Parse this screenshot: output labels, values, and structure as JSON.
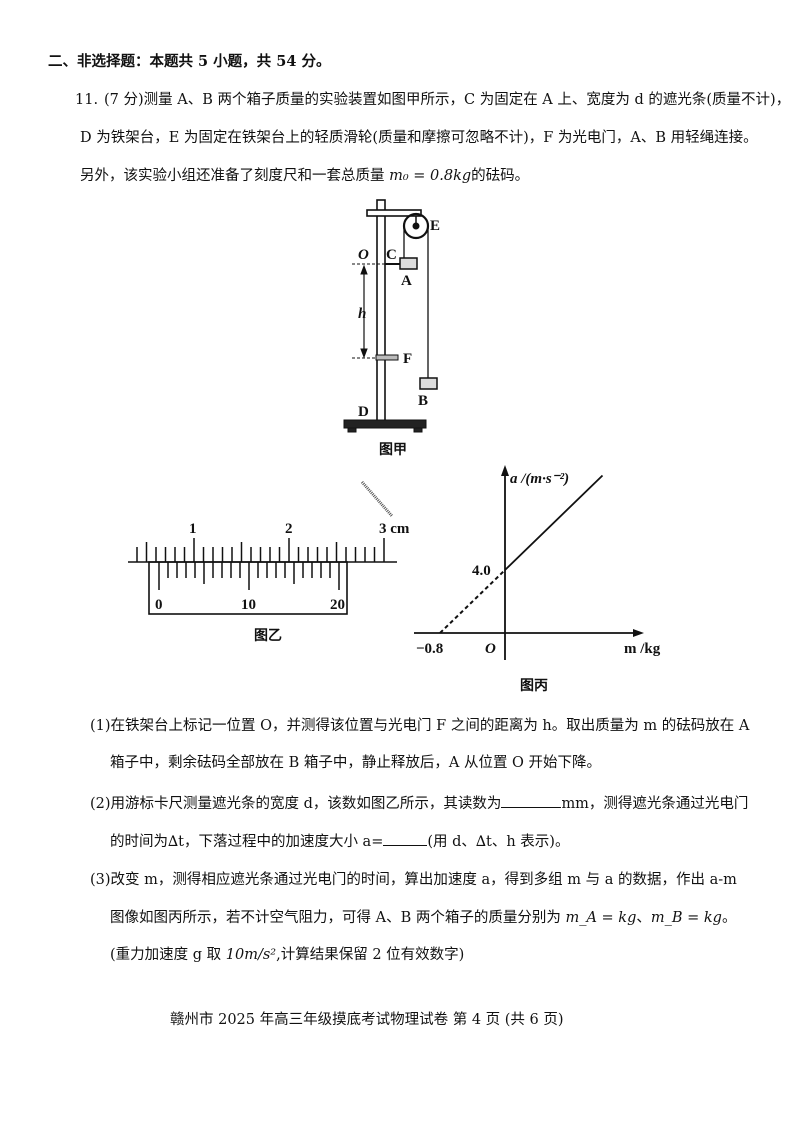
{
  "section_heading": "二、非选择题：本题共 5 小题，共 54 分。",
  "question": {
    "number": "11.",
    "intro_line1": "(7 分)测量 A、B 两个箱子质量的实验装置如图甲所示，C 为固定在 A 上、宽度为 d 的遮光条(质量不计)，",
    "intro_line2": "D 为铁架台，E 为固定在铁架台上的轻质滑轮(质量和摩擦可忽略不计)，F 为光电门，A、B 用轻绳连接。",
    "intro_line3_a": "另外，该实验小组还准备了刻度尺和一套总质量 ",
    "intro_line3_math": "m₀ = 0.8kg",
    "intro_line3_b": "的砝码。"
  },
  "figure_jia": {
    "caption": "图甲",
    "labels": {
      "O": "O",
      "C": "C",
      "A": "A",
      "E": "E",
      "h": "h",
      "F": "F",
      "B": "B",
      "D": "D"
    }
  },
  "figure_yi": {
    "caption": "图乙",
    "main_scale_labels": [
      "1",
      "2",
      "3 cm"
    ],
    "vernier_labels": [
      "0",
      "10",
      "20"
    ]
  },
  "figure_bing": {
    "caption": "图丙",
    "y_axis_label": "a /(m·s⁻²)",
    "x_axis_label": "m /kg",
    "origin_label": "O",
    "y_intercept_label": "4.0",
    "x_intercept_label": "−0.8",
    "y_intercept": 4.0,
    "x_intercept": -0.8
  },
  "parts": {
    "p1_line1": "(1)在铁架台上标记一位置 O，并测得该位置与光电门 F 之间的距离为 h。取出质量为 m 的砝码放在 A",
    "p1_line2": "箱子中，剩余砝码全部放在 B 箱子中，静止释放后，A 从位置 O 开始下降。",
    "p2_line1_a": "(2)用游标卡尺测量遮光条的宽度 d，该数如图乙所示，其读数为",
    "p2_line1_b": "mm，测得遮光条通过光电门",
    "p2_line2_a": "的时间为∆t，下落过程中的加速度大小 a=",
    "p2_line2_b": "(用 d、∆t、h 表示)。",
    "p3_line1": "(3)改变 m，测得相应遮光条通过光电门的时间，算出加速度 a，得到多组 m 与 a 的数据，作出 a-m",
    "p3_line2_a": "图像如图丙所示，若不计空气阻力，可得 A、B 两个箱子的质量分别为 ",
    "p3_line2_mA": "m_A = kg",
    "p3_line2_sep": "、",
    "p3_line2_mB": "m_B = kg",
    "p3_line2_end": "。",
    "p3_line3_a": "(重力加速度 g 取 ",
    "p3_line3_math": "10m/s²",
    "p3_line3_b": ",计算结果保留 2 位有效数字)"
  },
  "footer": "赣州市 2025 年高三年级摸底考试物理试卷 第 4 页 (共 6 页)"
}
